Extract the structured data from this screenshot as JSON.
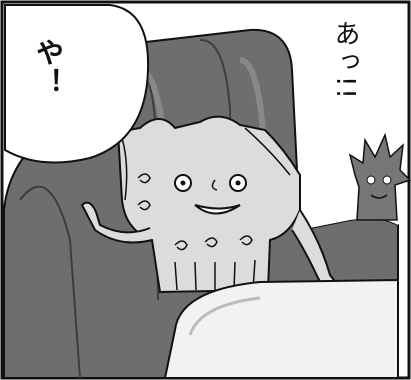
{
  "panel": {
    "left_speech": "や！",
    "right_speech": "あっ!!"
  },
  "colors": {
    "ink": "#111111",
    "booth": "#6e6e6e",
    "booth_shadow": "#4f4f4f",
    "character_fill": "#dcdcdc",
    "table": "#f2f2f2",
    "wall": "#ffffff"
  },
  "icons": {
    "main_character": "boxy-house-mascot",
    "background_character": "spiky-mascot"
  }
}
